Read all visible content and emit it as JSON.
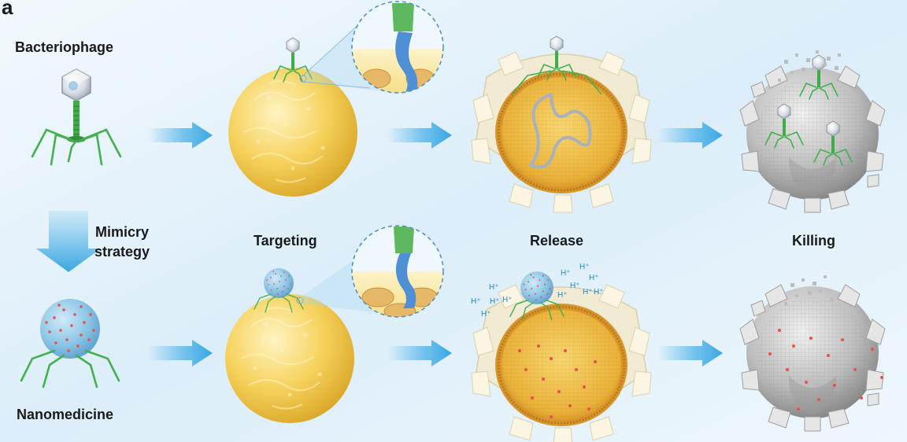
{
  "panel_letter": "a",
  "labels": {
    "bacteriophage": "Bacteriophage",
    "mimicry_line1": "Mimicry",
    "mimicry_line2": "strategy",
    "nanomedicine": "Nanomedicine",
    "targeting": "Targeting",
    "release": "Release",
    "killing": "Killing"
  },
  "proton_label": "H⁺",
  "icons": {
    "phage": "bacteriophage-icon",
    "nanomedicine": "nanomedicine-particle-icon",
    "bacterium": "bacterium-cell-icon",
    "zoom": "zoom-callout-icon",
    "dead_cell": "fragmented-cell-icon",
    "arrow": "right-arrow-icon"
  },
  "colors": {
    "background": "#e6f3fb",
    "arrow": "#4fb3e8",
    "bacterium": "#f4c542",
    "phage_tail": "#3fae49",
    "nanoparticle": "#8fc9e8",
    "payload_dots": "#e8504e",
    "dead_cell": "#b9b9b9"
  }
}
